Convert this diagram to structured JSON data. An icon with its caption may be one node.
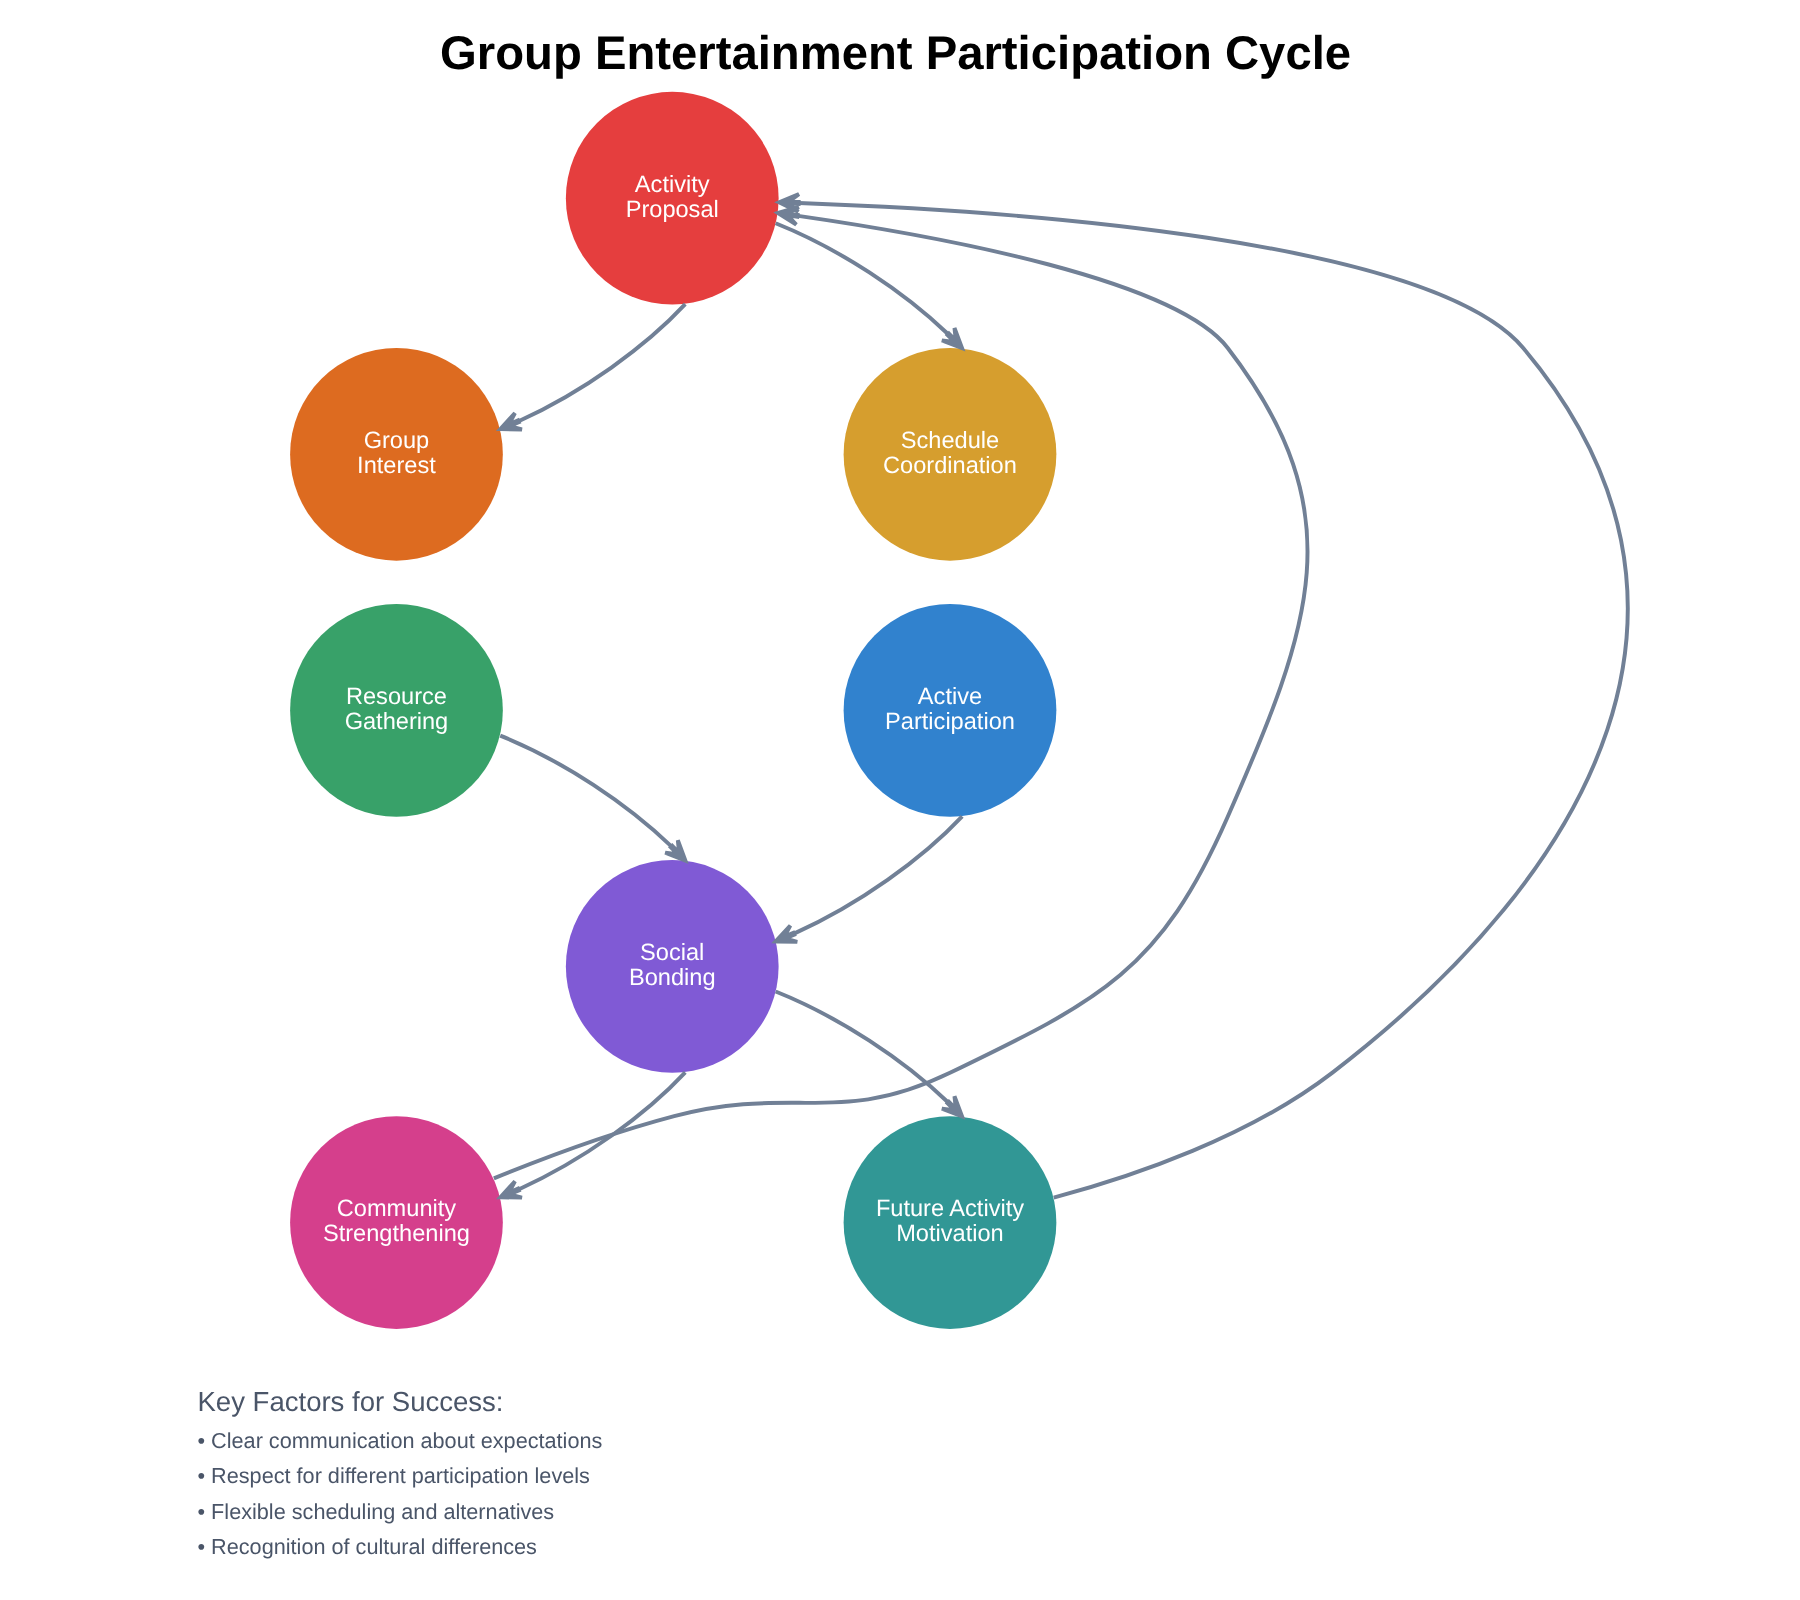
{
  "diagram": {
    "title": "Group Entertainment Participation Cycle",
    "nodes": [
      {
        "text": [
          "Activity Proposal"
        ]
      },
      {
        "text": [
          "Group Interest"
        ]
      },
      {
        "text": [
          "Schedule Coordination"
        ]
      },
      {
        "text": [
          "Resource Gathering"
        ]
      },
      {
        "text": [
          "Active Participation"
        ]
      },
      {
        "text": [
          "Social Bonding"
        ]
      },
      {
        "text": [
          "Community Strengthening"
        ]
      },
      {
        "text": [
          "Future Activity Motivation"
        ]
      }
    ],
    "edges": [
      {
        "from": 0,
        "to": 1,
        "arrow": "to"
      },
      {
        "from": 0,
        "to": 2,
        "arrow": "to"
      },
      {
        "from": 3,
        "to": 5,
        "arrow": "to"
      },
      {
        "from": 4,
        "to": 5,
        "arrow": "to"
      },
      {
        "from": 5,
        "to": 6,
        "arrow": "to"
      },
      {
        "from": 5,
        "to": 7,
        "arrow": "to"
      },
      {
        "from": 6,
        "to": 0,
        "arrow": "to"
      },
      {
        "from": 7,
        "to": 0,
        "arrow": "to"
      }
    ],
    "labels": [
      "Key Factors for Success:",
      "• Clear communication about expectations",
      "• Respect for different participation levels",
      "• Flexible scheduling and alternatives",
      "• Recognition of cultural differences"
    ]
  }
}
